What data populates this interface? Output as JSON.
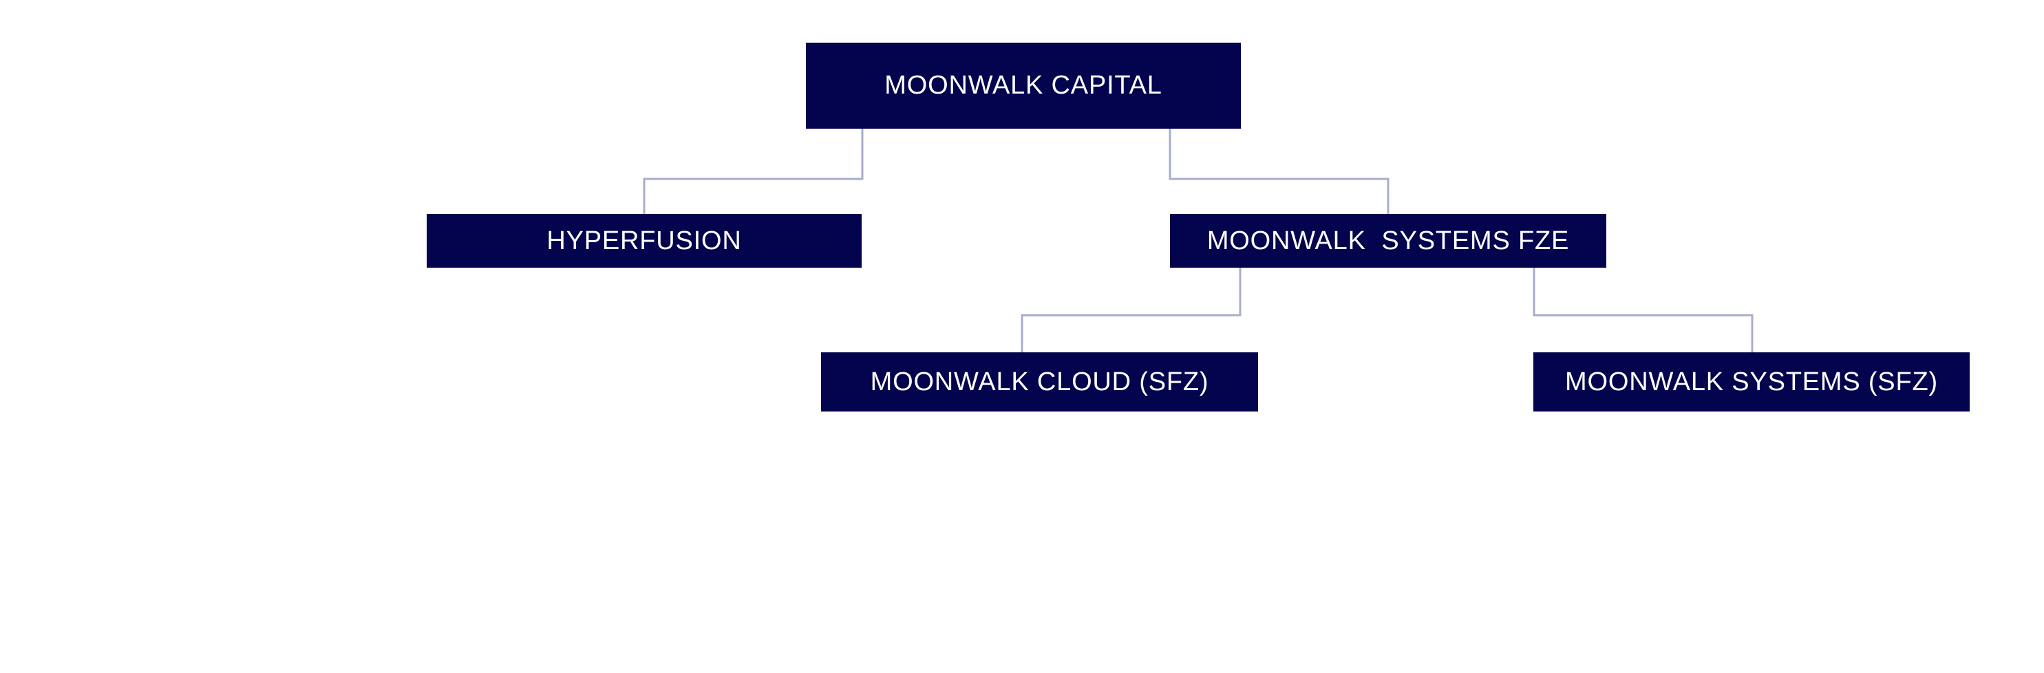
{
  "diagram": {
    "type": "org-chart",
    "colors": {
      "canvas_bg": "#ffffff",
      "node_fill": "#04034e",
      "node_text": "#ffffff",
      "connector": "#a9adca"
    },
    "nodes": {
      "root": {
        "label": "MOONWALK CAPITAL",
        "level": 1
      },
      "hyperfusion": {
        "label": "HYPERFUSION",
        "level": 2
      },
      "systems_fze": {
        "label": "MOONWALK  SYSTEMS FZE",
        "level": 2
      },
      "cloud_sfz": {
        "label": "MOONWALK CLOUD (SFZ)",
        "level": 3
      },
      "systems_sfz": {
        "label": "MOONWALK SYSTEMS (SFZ)",
        "level": 3
      }
    },
    "edges": [
      {
        "from": "root",
        "to": "hyperfusion"
      },
      {
        "from": "root",
        "to": "systems_fze"
      },
      {
        "from": "systems_fze",
        "to": "cloud_sfz"
      },
      {
        "from": "systems_fze",
        "to": "systems_sfz"
      }
    ]
  }
}
